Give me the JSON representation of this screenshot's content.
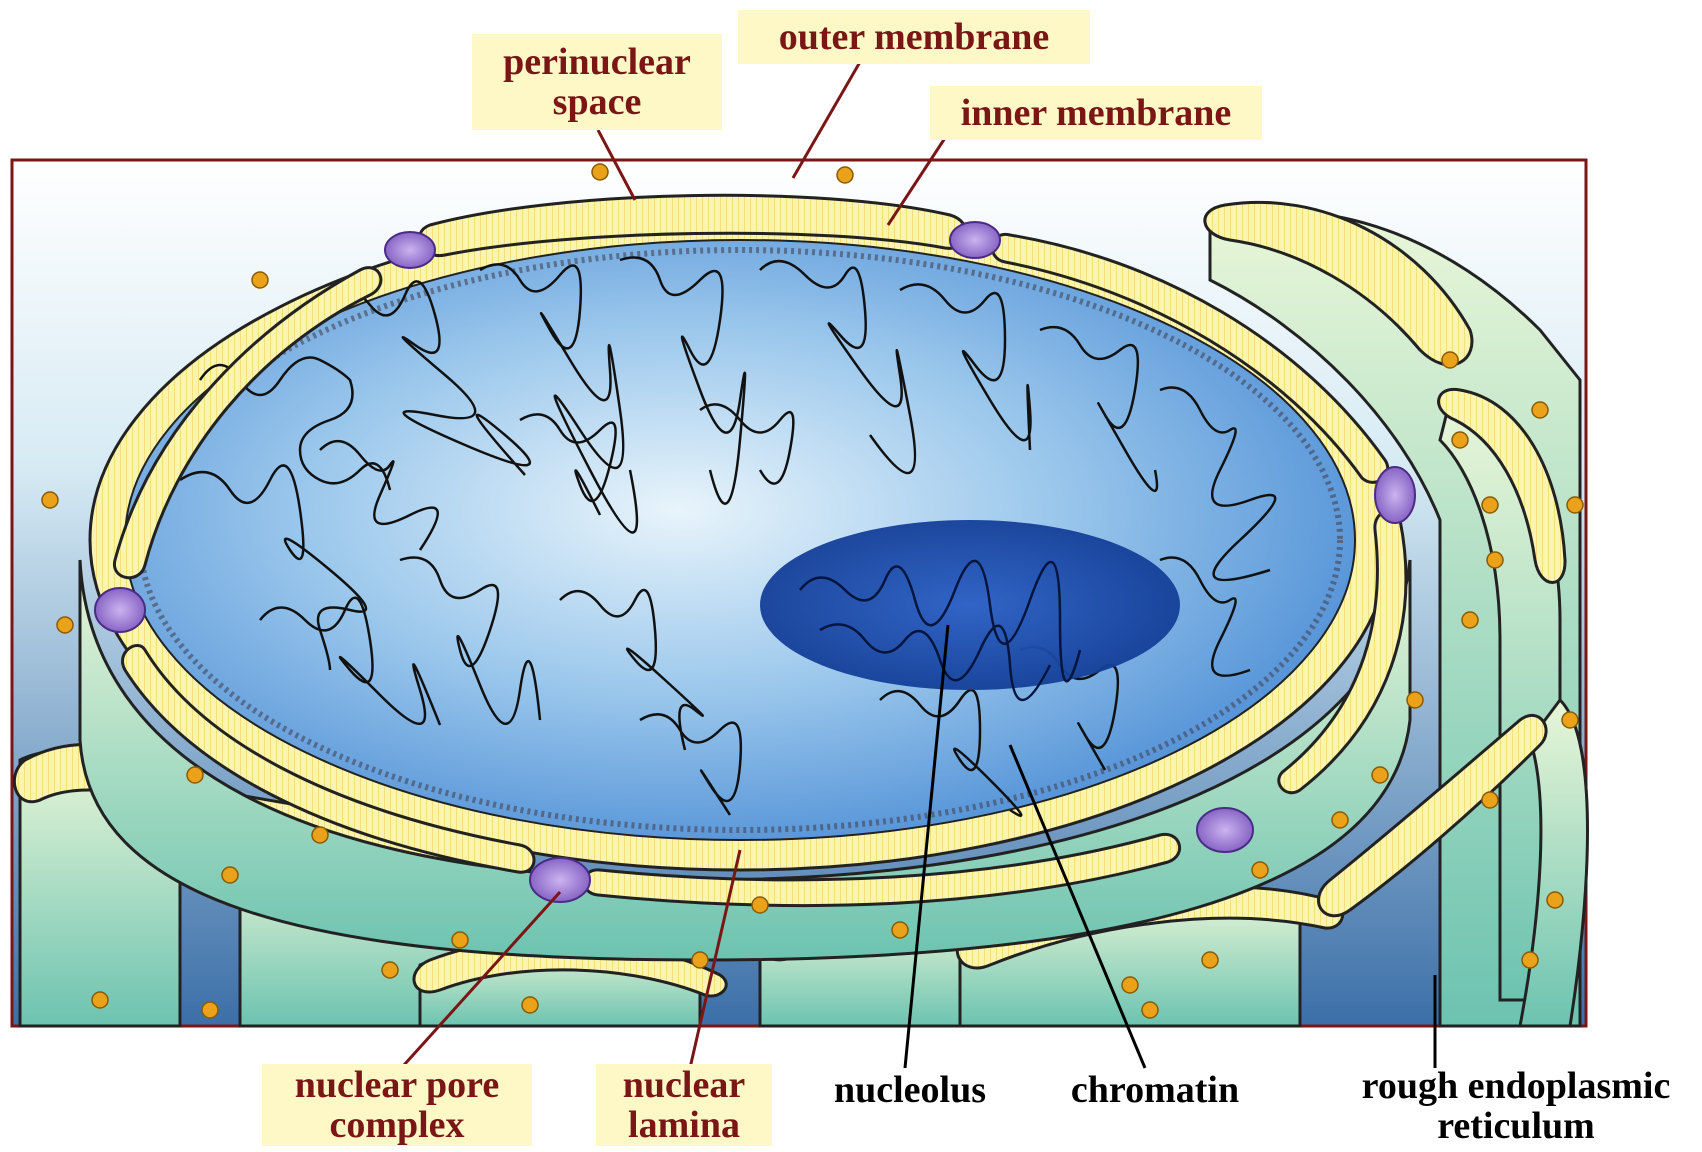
{
  "labels": {
    "perinuclear_space": [
      "perinuclear",
      "space"
    ],
    "outer_membrane": [
      "outer membrane"
    ],
    "inner_membrane": [
      "inner membrane"
    ],
    "nuclear_pore_complex": [
      "nuclear pore",
      "complex"
    ],
    "nuclear_lamina": [
      "nuclear",
      "lamina"
    ],
    "nucleolus": [
      "nucleolus"
    ],
    "chromatin": [
      "chromatin"
    ],
    "rough_er": [
      "rough endoplasmic",
      "reticulum"
    ]
  },
  "colors": {
    "label_box": "#fdf8c6",
    "label_text": "#7a1616",
    "plain_text": "#000000",
    "frame": "#7a1616",
    "membrane_fill": "#fbf3b0",
    "cytoplasm": "#bfe6e8",
    "nucleoplasm": "#7fb6e8",
    "nucleolus": "#1a4fb0",
    "pore": "#a27fd0",
    "ribosome": "#e9a21a"
  }
}
